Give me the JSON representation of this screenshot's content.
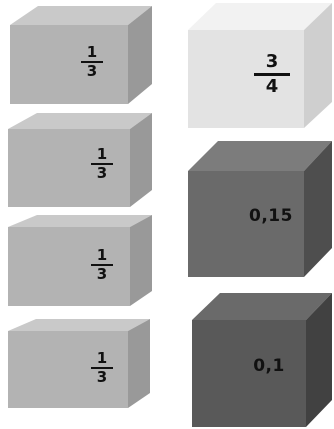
{
  "left_column": [
    {
      "numerator": "1",
      "denominator": "3",
      "shade": "#b6b6b6"
    },
    {
      "numerator": "1",
      "denominator": "3",
      "shade": "#b6b6b6"
    },
    {
      "numerator": "1",
      "denominator": "3",
      "shade": "#b6b6b6"
    },
    {
      "numerator": "1",
      "denominator": "3",
      "shade": "#b6b6b6"
    }
  ],
  "right_column": [
    {
      "numerator": "3",
      "denominator": "4",
      "shade": "#e6e6e6"
    },
    {
      "value": "0,15",
      "shade": "#6b6b6b"
    },
    {
      "value": "0,1",
      "shade": "#5a5a5a"
    }
  ]
}
